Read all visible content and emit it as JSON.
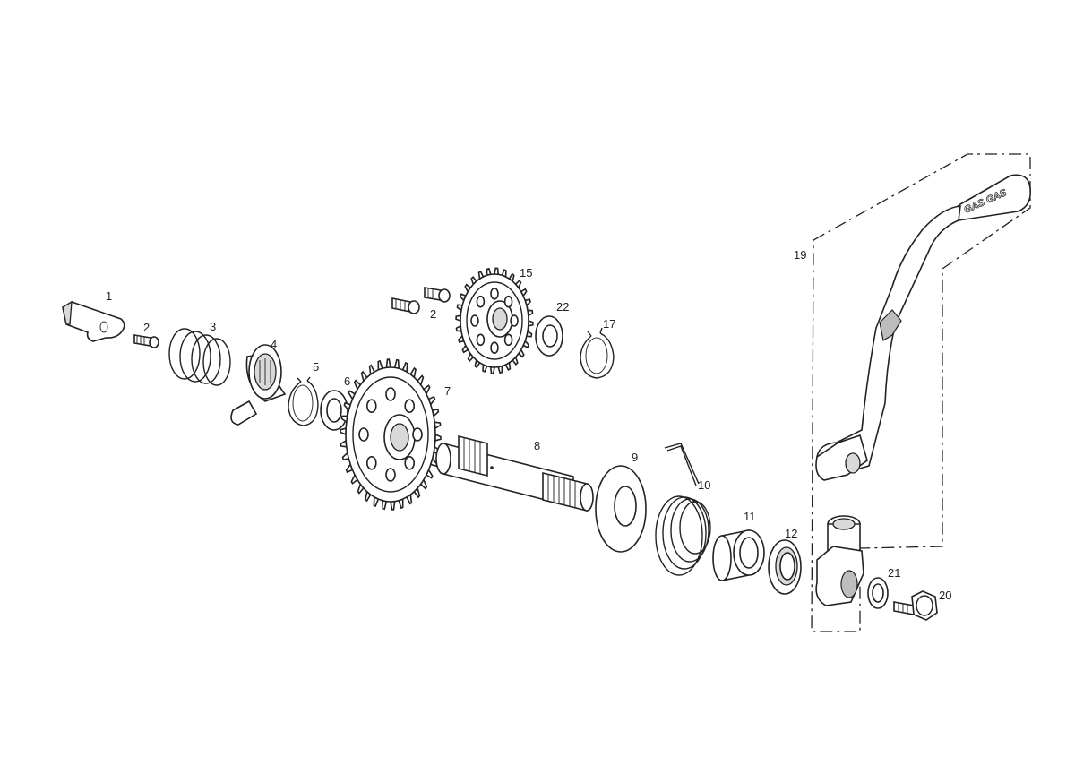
{
  "diagram": {
    "parts": [
      {
        "id": "lever-plate",
        "label": "1"
      },
      {
        "id": "screw-left",
        "label": "2"
      },
      {
        "id": "screw-top",
        "label": "2"
      },
      {
        "id": "spring-coil",
        "label": "3"
      },
      {
        "id": "ratchet",
        "label": "4"
      },
      {
        "id": "circlip-left",
        "label": "5"
      },
      {
        "id": "washer-small",
        "label": "6"
      },
      {
        "id": "gear-large",
        "label": "7"
      },
      {
        "id": "shaft",
        "label": "8"
      },
      {
        "id": "washer-large",
        "label": "9"
      },
      {
        "id": "return-spring",
        "label": "10"
      },
      {
        "id": "bushing",
        "label": "11"
      },
      {
        "id": "seal-ring",
        "label": "12"
      },
      {
        "id": "gear-upper",
        "label": "15"
      },
      {
        "id": "circlip-right",
        "label": "17"
      },
      {
        "id": "kickstart-lever",
        "label": "19"
      },
      {
        "id": "bolt",
        "label": "20"
      },
      {
        "id": "washer-bolt",
        "label": "21"
      },
      {
        "id": "washer-upper",
        "label": "22"
      }
    ],
    "brand_mark": "GAS GAS"
  }
}
